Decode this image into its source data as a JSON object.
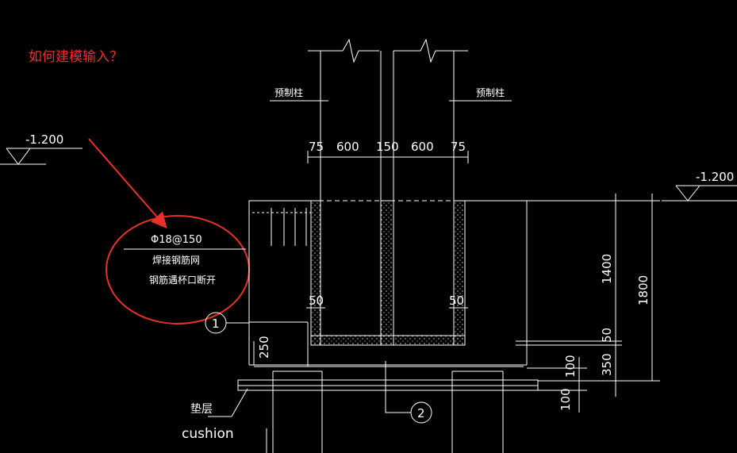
{
  "annotation": {
    "question": "如何建模输入？",
    "accent_color": "#e8302a"
  },
  "labels": {
    "precast_column_left": "预制柱",
    "precast_column_right": "预制柱",
    "rebar_spec": "Φ18@150",
    "welded_mesh": "焊接钢筋网",
    "rebar_cut": "钢筋遇杯口断开",
    "cushion_cn": "垫层",
    "cushion_en": "cushion",
    "detail_1": "1",
    "detail_2": "2"
  },
  "elevations": {
    "left": "-1.200",
    "right": "-1.200"
  },
  "dimensions": {
    "top": [
      "75",
      "600",
      "150",
      "600",
      "75"
    ],
    "wall_left": "50",
    "wall_right": "50",
    "side_250": "250",
    "right_1400": "1400",
    "right_1800": "1800",
    "right_50": "50",
    "right_350": "350",
    "right_100a": "100",
    "right_100b": "100"
  },
  "colors": {
    "background": "#000000",
    "lines": "#ffffff",
    "highlight": "#e8302a"
  }
}
